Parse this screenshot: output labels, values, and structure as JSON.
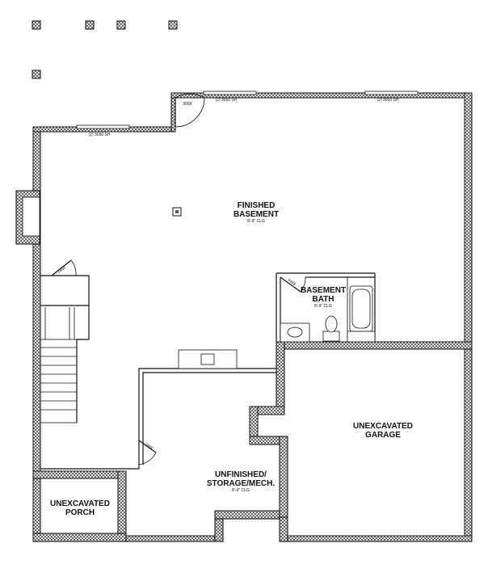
{
  "rooms": {
    "finished_basement": {
      "line1": "FINISHED",
      "line2": "BASEMENT",
      "ceiling": "8'-9\" CLG"
    },
    "basement_bath": {
      "line1": "BASEMENT",
      "line2": "BATH",
      "ceiling": "8'-9\" CLG"
    },
    "unexcavated_garage": {
      "line1": "UNEXCAVATED",
      "line2": "GARAGE"
    },
    "unfinished_storage": {
      "line1": "UNFINISHED/",
      "line2": "STORAGE/MECH.",
      "ceiling": "8'-9\" CLG"
    },
    "unexcavated_porch": {
      "line1": "UNEXCAVATED",
      "line2": "PORCH"
    }
  },
  "windows": {
    "top_left": "(2) 3050 SH",
    "top_middle": "(2) 3050 SH",
    "top_right": "(2) 3050 SH",
    "door_top": "3068"
  },
  "doors": {
    "stair_door": "2468",
    "bath_door": "2468",
    "storage_door": "2468"
  }
}
